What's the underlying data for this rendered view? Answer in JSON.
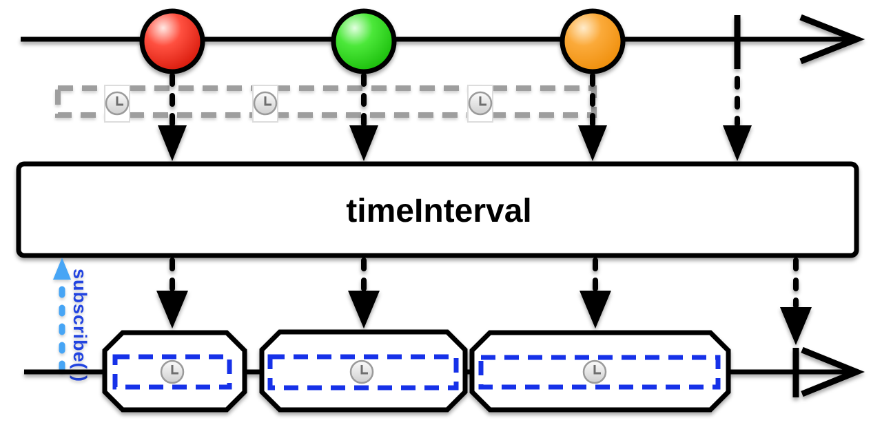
{
  "diagram": {
    "type": "marble-diagram",
    "operator": {
      "label": "timeInterval"
    },
    "subscribe": {
      "label": "subscribe( )"
    },
    "source_timeline": {
      "events": [
        {
          "kind": "next",
          "marble": "red"
        },
        {
          "kind": "next",
          "marble": "green"
        },
        {
          "kind": "next",
          "marble": "orange"
        },
        {
          "kind": "complete"
        }
      ]
    },
    "interval_band": {
      "clock_icons": 3
    },
    "output_timeline": {
      "events": [
        {
          "kind": "next",
          "value": "time-interval-object-with-clock"
        },
        {
          "kind": "next",
          "value": "time-interval-object-with-clock"
        },
        {
          "kind": "next",
          "value": "time-interval-object-with-clock"
        },
        {
          "kind": "complete"
        }
      ]
    },
    "colors": {
      "marble_red": "#e41400",
      "marble_green": "#22cc11",
      "marble_orange": "#f59208",
      "band_gray": "#9e9e9e",
      "interval_blue": "#1631e8",
      "subscribe_arrow_blue": "#47a5f5",
      "subscribe_text_blue": "#2244e0",
      "ink": "#000000"
    }
  }
}
